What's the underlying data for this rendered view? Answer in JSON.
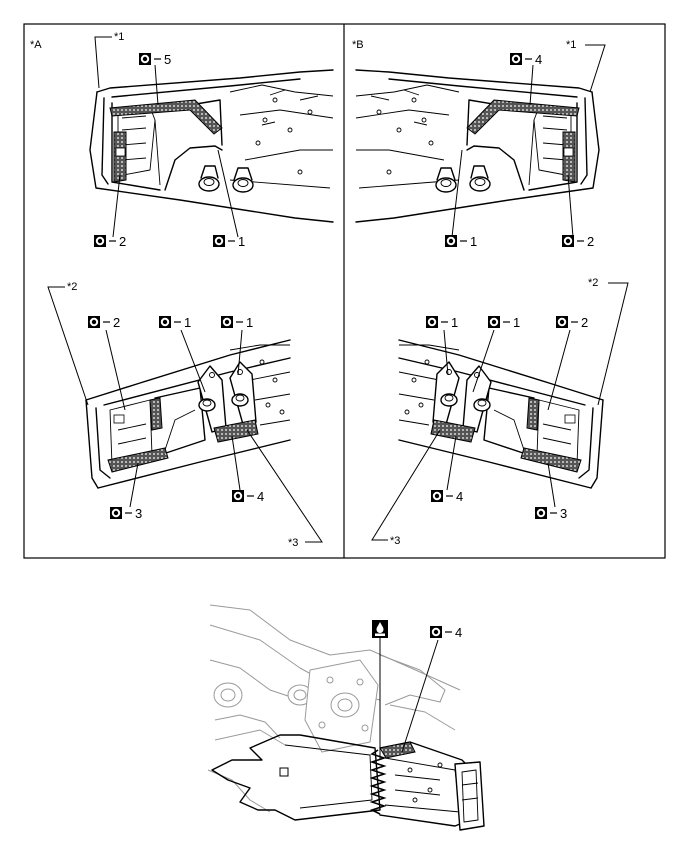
{
  "panels": {
    "left": {
      "label": "*A"
    },
    "right": {
      "label": "*B"
    }
  },
  "callouts": {
    "c1": "*1",
    "c2": "*2",
    "c3": "*3"
  },
  "markers": {
    "n1": "1",
    "n2": "2",
    "n3": "3",
    "n4": "4",
    "n5": "5"
  },
  "icons": {
    "bolt_marker": "torque-bolt-icon",
    "sealer": "sealer-drop-icon"
  },
  "colors": {
    "line": "#000000",
    "background_detail": "#9a9a9a"
  }
}
